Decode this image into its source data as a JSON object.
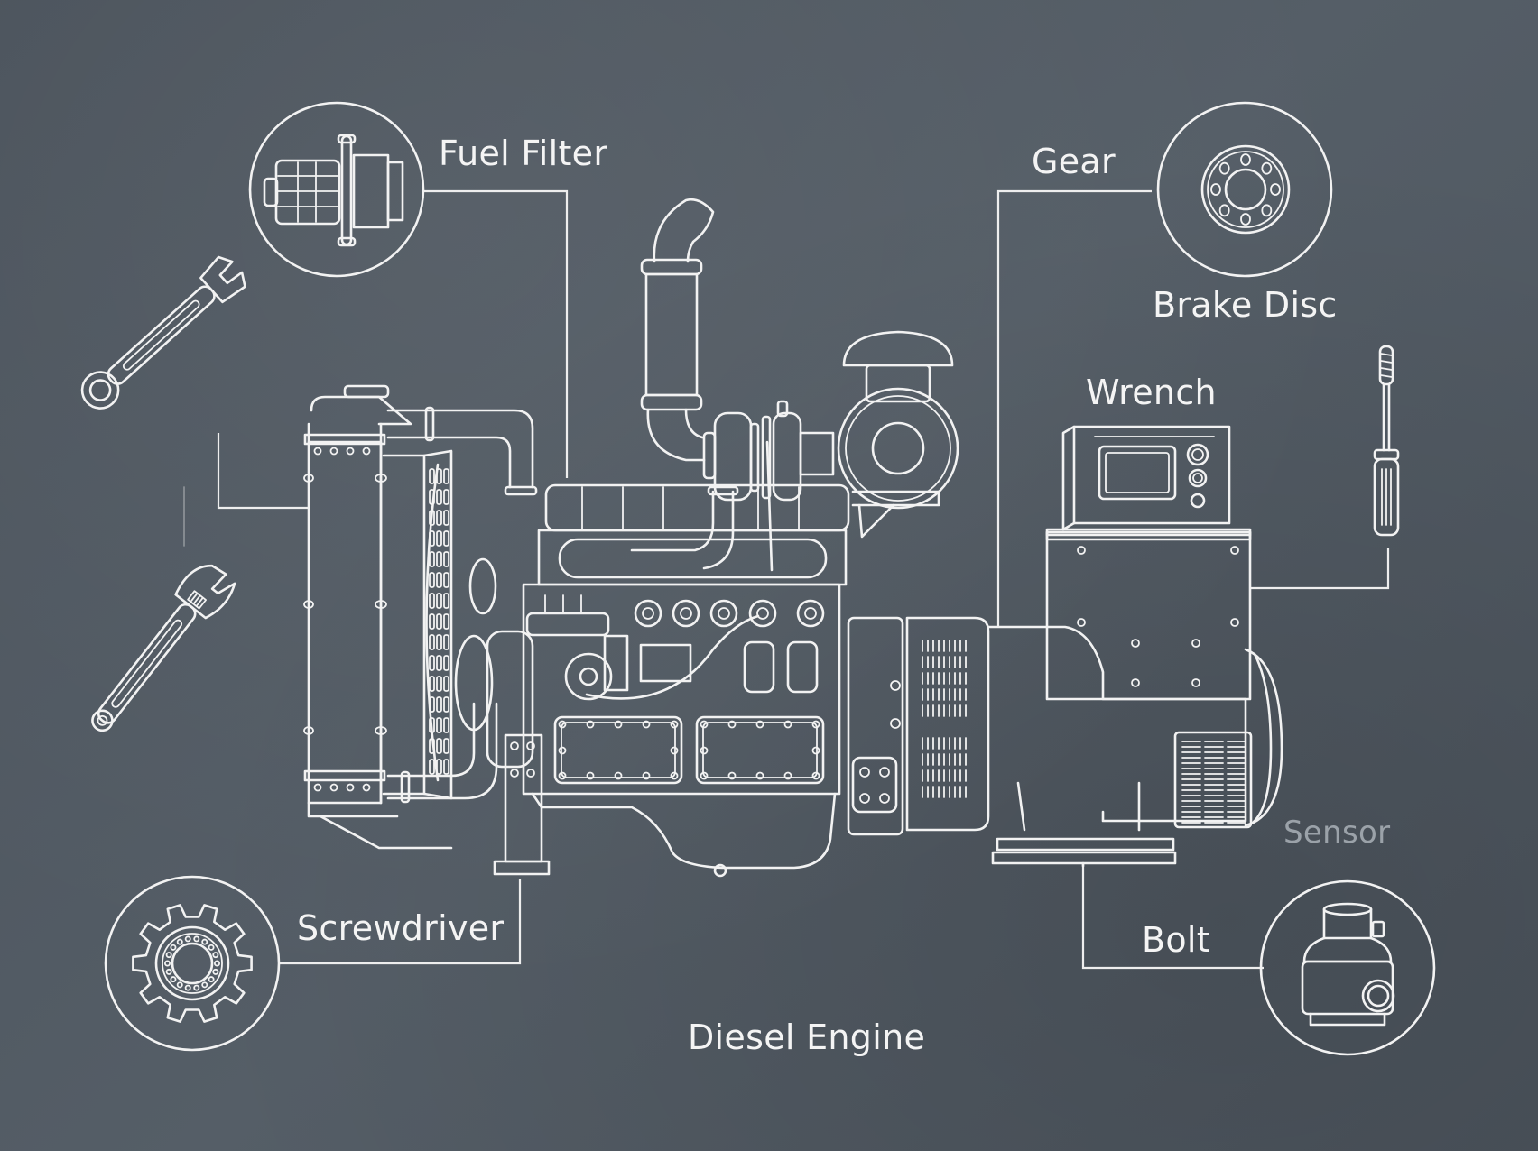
{
  "diagram": {
    "title": "Diesel Engine",
    "background_color": "#4f5760",
    "line_color": "#f2f2f2",
    "callouts": [
      {
        "id": "fuel-filter",
        "label": "Fuel Filter",
        "icon": "fuel-filter-icon"
      },
      {
        "id": "gear",
        "label": "Gear",
        "icon": "brake-disc-icon"
      },
      {
        "id": "brake-disc",
        "label": "Brake Disc",
        "icon": "brake-disc-icon"
      },
      {
        "id": "wrench",
        "label": "Wrench",
        "icon": "control-panel-icon"
      },
      {
        "id": "sensor",
        "label": "Sensor",
        "icon": "none"
      },
      {
        "id": "screwdriver",
        "label": "Screwdriver",
        "icon": "gear-icon"
      },
      {
        "id": "bolt",
        "label": "Bolt",
        "icon": "sensor-cylinder-icon"
      }
    ],
    "loose_tools": [
      "combination-wrench-icon",
      "adjustable-wrench-icon",
      "screwdriver-icon"
    ]
  }
}
